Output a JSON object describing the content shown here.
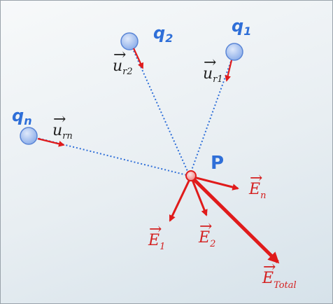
{
  "colors": {
    "charge_fill": "#a9c3ef",
    "charge_stroke": "#5b86d6",
    "field_red": "#e01b1b",
    "line_blue": "#2f6fd8",
    "label_blue": "#2f6fd8",
    "point_fill": "#f4a3a3"
  },
  "charges": [
    {
      "id": "q1",
      "symbol": "q",
      "subscript": "1"
    },
    {
      "id": "q2",
      "symbol": "q",
      "subscript": "2"
    },
    {
      "id": "qn",
      "symbol": "q",
      "subscript": "n"
    }
  ],
  "point": {
    "label": "P"
  },
  "unit_vectors": [
    {
      "id": "ur1",
      "symbol": "u",
      "subscript": "r1",
      "arrow": "→"
    },
    {
      "id": "ur2",
      "symbol": "u",
      "subscript": "r2",
      "arrow": "→"
    },
    {
      "id": "urn",
      "symbol": "u",
      "subscript": "rn",
      "arrow": "→"
    }
  ],
  "field_vectors": [
    {
      "id": "En",
      "symbol": "E",
      "subscript": "n",
      "arrow": "→"
    },
    {
      "id": "E1",
      "symbol": "E",
      "subscript": "1",
      "arrow": "→"
    },
    {
      "id": "E2",
      "symbol": "E",
      "subscript": "2",
      "arrow": "→"
    },
    {
      "id": "Etotal",
      "symbol": "E",
      "subscript": "Total",
      "arrow": "→"
    }
  ]
}
